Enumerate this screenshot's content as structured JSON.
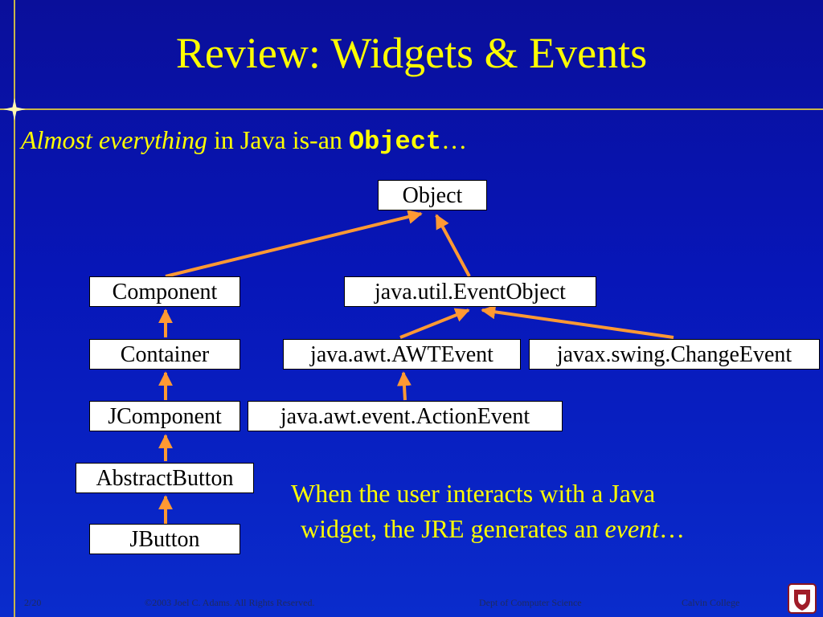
{
  "title": "Review: Widgets & Events",
  "subtitle": {
    "italic_part": "Almost everything",
    "normal_part": " in Java is-an ",
    "code_part": "Object",
    "ellipsis": "…"
  },
  "nodes": {
    "object": "Object",
    "component": "Component",
    "container": "Container",
    "jcomponent": "JComponent",
    "abstractbutton": "AbstractButton",
    "jbutton": "JButton",
    "eventobject": "java.util.EventObject",
    "awtevent": "java.awt.AWTEvent",
    "changeevent": "javax.swing.ChangeEvent",
    "actionevent": "java.awt.event.ActionEvent"
  },
  "note": {
    "line1": "When the user interacts with a Java",
    "line2_prefix": "widget, the JRE generates an ",
    "line2_italic": "event",
    "line2_suffix": "…"
  },
  "footer": {
    "slide": "2/20",
    "copyright": "©2003 Joel C. Adams.  All Rights Reserved.",
    "dept": "Dept of Computer Science",
    "college": "Calvin College"
  },
  "colors": {
    "background": "#0716b8",
    "title": "#ffff00",
    "arrow": "#ff9933",
    "rule": "#c8b64a"
  }
}
